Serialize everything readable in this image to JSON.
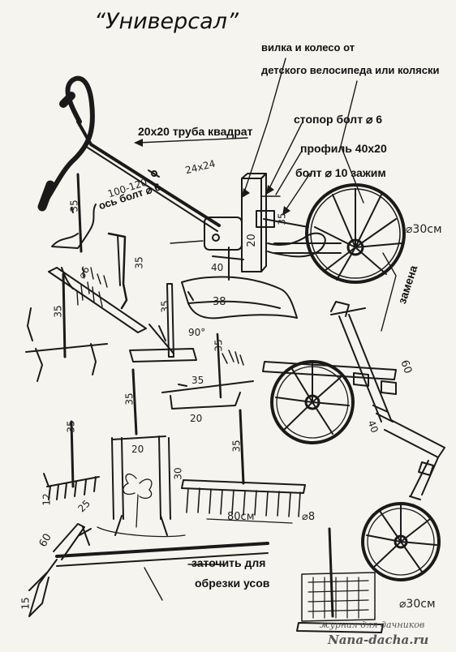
{
  "title": "“Универсал”",
  "labels": {
    "fork_wheel_line1": "вилка и колесо от",
    "fork_wheel_line2": "детского велосипеда или коляски",
    "stopper_bolt": "стопор болт ⌀ 6",
    "profile": "профиль 40х20",
    "bolt_clamp": "болт ⌀ 10 зажим",
    "square_tube": "20х20 труба квадрат",
    "axle_bolt": "ось болт ⌀ 6",
    "replacement": "замена",
    "sharpen_line1": "заточить для",
    "sharpen_line2": "обрезки усов"
  },
  "dims": {
    "handle_len": "100-120",
    "tube_section": "24х24",
    "d30cm_1": "⌀30см",
    "d30cm_2": "⌀30см",
    "n35_a": "35",
    "n35_b": "35",
    "n35_c": "35",
    "n35_d": "35",
    "n35_e": "35",
    "n35_f": "35",
    "n35_g": "35",
    "n35_h": "35",
    "n35_i": "35",
    "n20_a": "20",
    "n20_b": "20",
    "n20_c": "20",
    "n40_a": "40",
    "n40_b": "40",
    "n38": "38",
    "n60_a": "60",
    "n60_b": "60",
    "d6": "⌀6",
    "angle90": "90°",
    "n30": "30",
    "n25": "25",
    "n12": "12",
    "n80cm": "80см",
    "d8": "⌀8",
    "n15": "15"
  },
  "watermark": {
    "line1": "журнал для дачников",
    "line2": "Nana-dacha.ru"
  },
  "icons": [
    "cultivator-handle",
    "bicycle-wheel",
    "plow-blade",
    "rake-head",
    "weeding-tool",
    "hoe-tool"
  ]
}
